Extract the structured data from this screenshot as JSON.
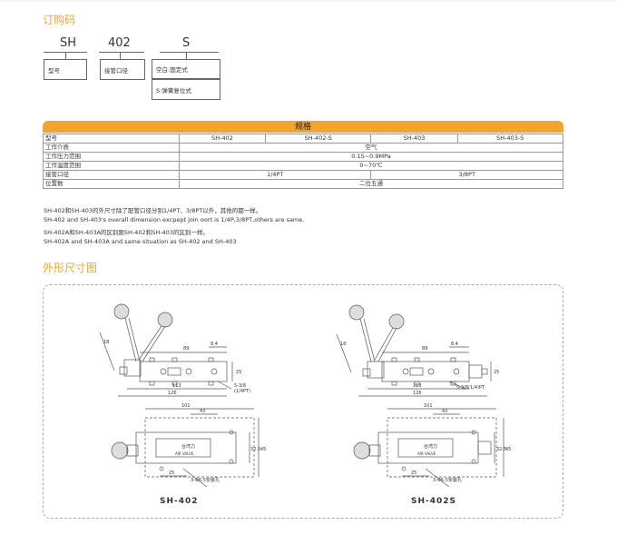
{
  "order": {
    "title": "订购码",
    "code_parts": [
      "SH",
      "402",
      "S"
    ],
    "boxes": {
      "model": "型号",
      "port": "接管口径",
      "s_blank": "空白:固定式",
      "s_spring": "S:弹簧复位式"
    }
  },
  "spec": {
    "title": "规格",
    "rows": [
      {
        "label": "型号",
        "cells": [
          "SH-402",
          "SH-402-S",
          "SH-403",
          "SH-403-S"
        ]
      },
      {
        "label": "工作介质",
        "cells": [
          "空气"
        ]
      },
      {
        "label": "工作压力范围",
        "cells": [
          "0.15~0.9MPa"
        ]
      },
      {
        "label": "工作温度范围",
        "cells": [
          "0~70℃"
        ]
      },
      {
        "label": "接管口径",
        "cells": [
          "1/4PT",
          "3/8PT"
        ]
      },
      {
        "label": "位置数",
        "cells": [
          "二位五通"
        ]
      }
    ]
  },
  "notes": [
    "SH-402和SH-403的外尺寸除了配管口径分别1/4PT、3/8PT以外，其他的都一样。",
    "SH-402 and SH-403's overall dimension excpept join oort is 1/4P,3/8PT,others are same.",
    "SH-402A和SH-403A的区别跟SH-402和SH-403的区别一样。",
    "SH-402A and SH-403A and same situation as SH-402 and SH-403"
  ],
  "dimensions": {
    "title": "外形尺寸图",
    "left": {
      "caption": "SH-402",
      "dims": {
        "d89": "89",
        "d84": "8.4",
        "d25": "25",
        "d113": "113",
        "d126": "126",
        "d18": "18",
        "port": "5-3/8",
        "port2": "(1/4PT)",
        "d101": "101",
        "d43": "43",
        "d325": "32.5",
        "d45": "45",
        "d25b": "25",
        "holes": "3-Φ6.5安装孔",
        "brand": "台湾力",
        "valve": "AIR VALVE"
      }
    },
    "right": {
      "caption": "SH-402S",
      "dims": {
        "d89": "89",
        "d84": "8.4",
        "d25": "25",
        "d113": "113",
        "d126": "126",
        "d18": "18",
        "port": "5-3/8(1/4)PT",
        "d101": "101",
        "d43": "43",
        "d325": "32.5",
        "d45": "45",
        "d25b": "25",
        "holes": "3-Φ6.5安装孔",
        "brand": "台湾力",
        "valve": "AIR VALVE"
      }
    }
  },
  "colors": {
    "accent": "#f0a530",
    "line": "#555555"
  }
}
